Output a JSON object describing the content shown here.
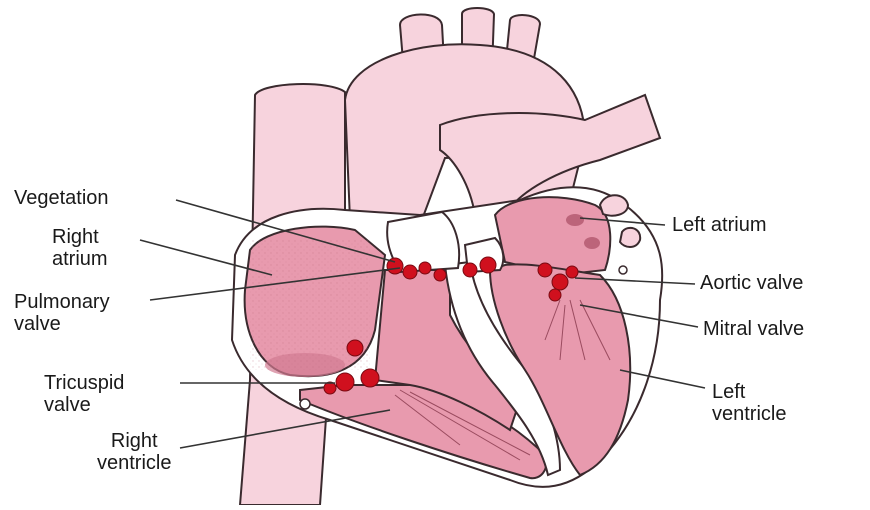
{
  "labels": {
    "vegetation": "Vegetation",
    "right_atrium": [
      "Right",
      "atrium"
    ],
    "pulmonary_valve": [
      "Pulmonary",
      "valve"
    ],
    "tricuspid_valve": [
      "Tricuspid",
      "valve"
    ],
    "right_ventricle": [
      "Right",
      "ventricle"
    ],
    "left_atrium": "Left atrium",
    "aortic_valve": "Aortic valve",
    "mitral_valve": "Mitral valve",
    "left_ventricle": [
      "Left",
      "ventricle"
    ]
  },
  "colors": {
    "vessel_light_pink": "#f7d3dd",
    "chamber_pink": "#e89aae",
    "chamber_deep": "#dc8198",
    "vegetation_red": "#d0101e",
    "wall_white": "#ffffff"
  }
}
